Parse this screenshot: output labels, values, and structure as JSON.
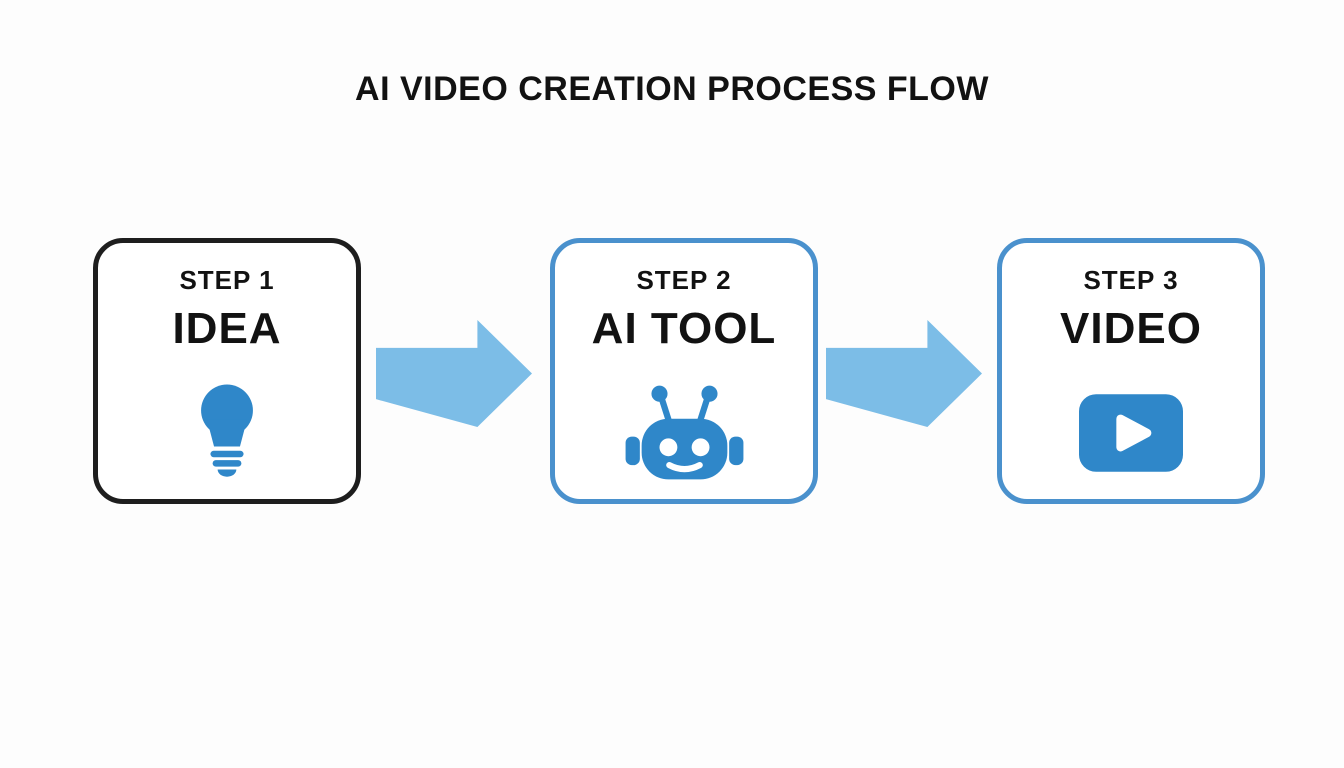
{
  "title": "AI VIDEO CREATION PROCESS FLOW",
  "colors": {
    "background": "#fdfdfd",
    "text": "#121212",
    "box1_border": "#1e1e1e",
    "blue_border": "#4a91cd",
    "icon_blue": "#2f87c9",
    "arrow_blue": "#7cbde7"
  },
  "steps": [
    {
      "label": "STEP 1",
      "name": "IDEA",
      "icon": "lightbulb-icon"
    },
    {
      "label": "STEP 2",
      "name": "AI TOOL",
      "icon": "robot-icon"
    },
    {
      "label": "STEP 3",
      "name": "VIDEO",
      "icon": "video-play-icon"
    }
  ],
  "connectors": [
    {
      "type": "arrow-right"
    },
    {
      "type": "arrow-right"
    }
  ]
}
